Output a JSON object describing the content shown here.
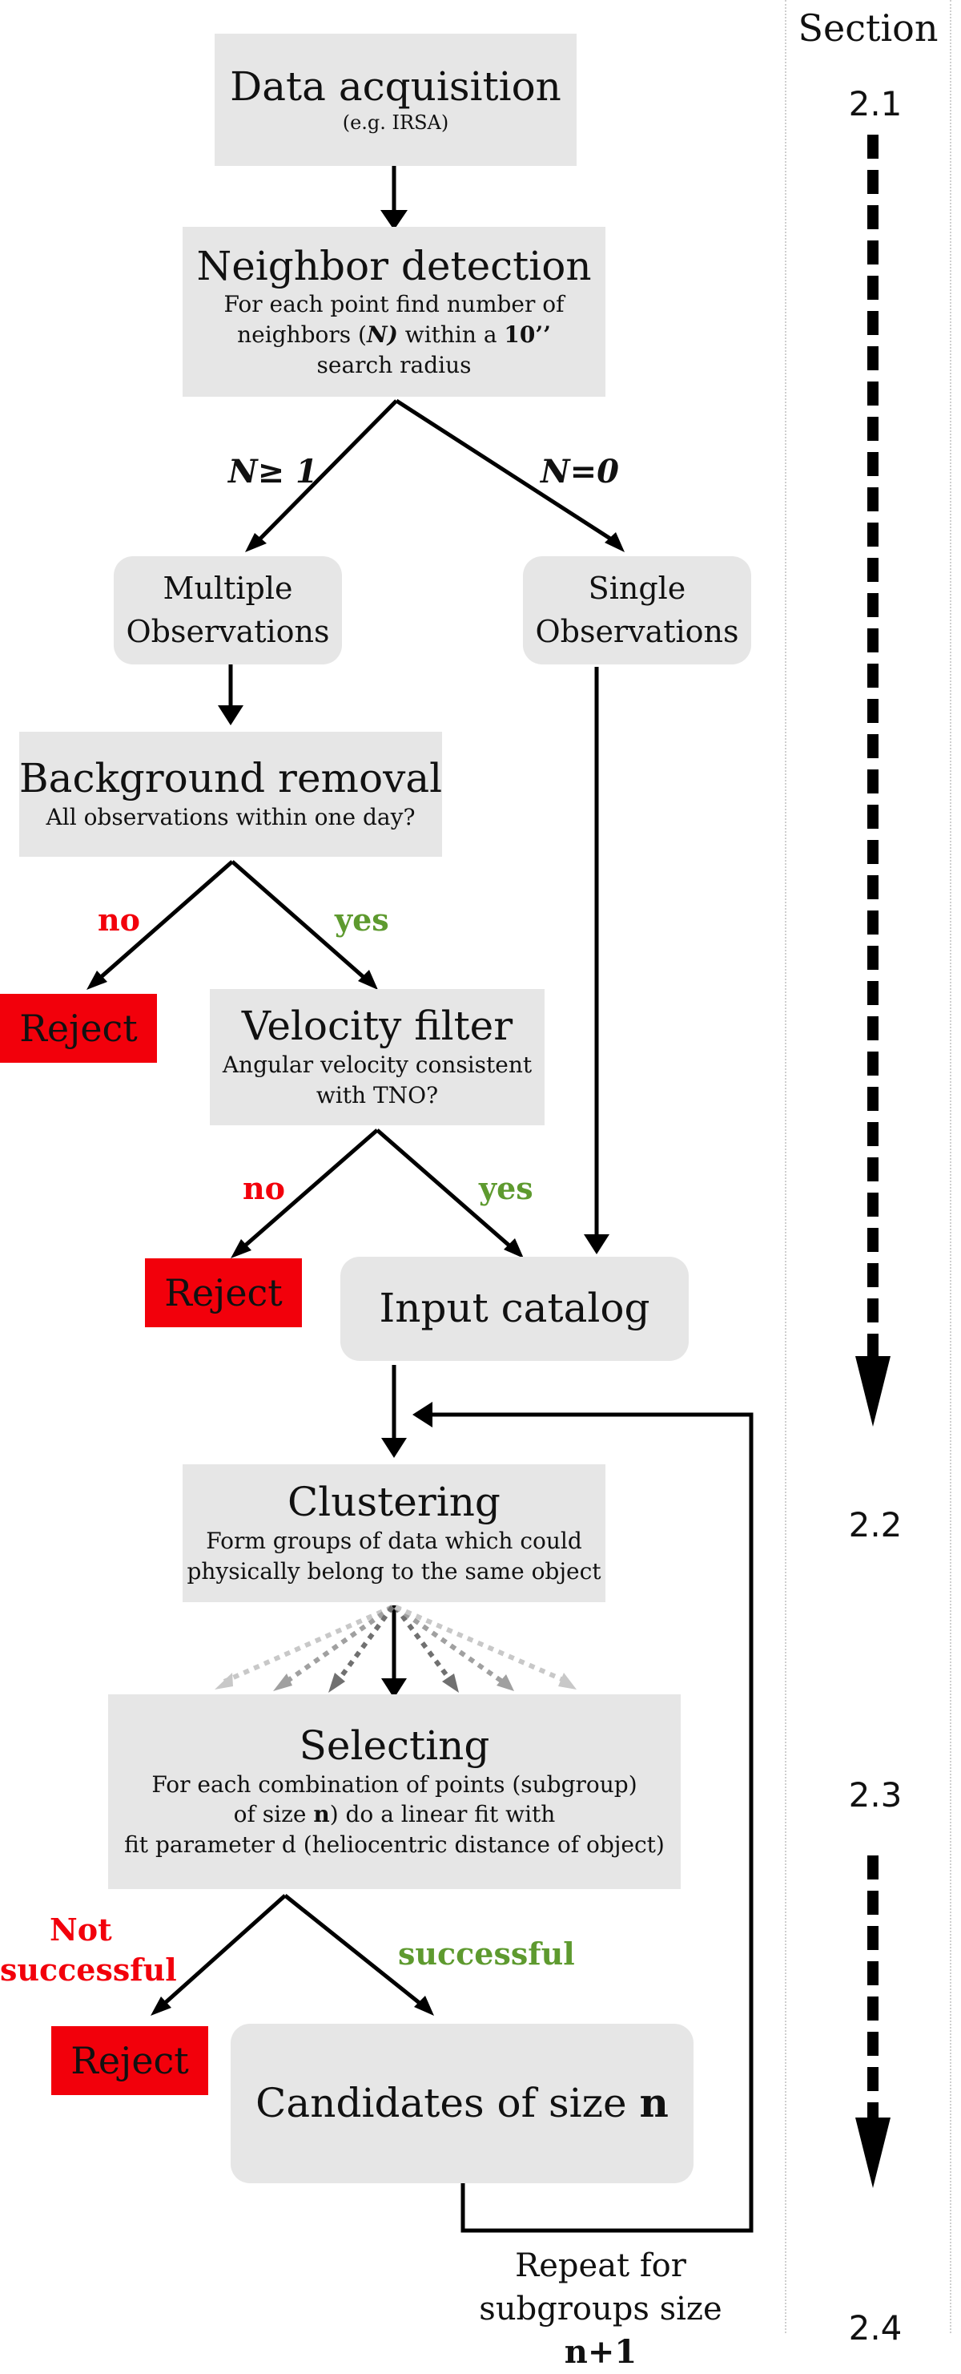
{
  "section_header": "Section",
  "sections": [
    "2.1",
    "2.2",
    "2.3",
    "2.4"
  ],
  "boxes": {
    "data_acquisition": {
      "title": "Data acquisition",
      "sub": "(e.g. IRSA)"
    },
    "neighbor_detection": {
      "title": "Neighbor detection",
      "line1": "For each point find number of",
      "line2_pre": "neighbors (",
      "line2_var": "N)",
      "line2_post": " within a ",
      "line2_bold": "10’’",
      "line3": "search radius"
    },
    "multiple_obs": {
      "line1": "Multiple",
      "line2": "Observations"
    },
    "single_obs": {
      "line1": "Single",
      "line2": "Observations"
    },
    "background_removal": {
      "title": "Background removal",
      "sub": "All observations within one day?"
    },
    "velocity_filter": {
      "title": "Velocity filter",
      "line1": "Angular velocity consistent",
      "line2": "with TNO?"
    },
    "input_catalog": {
      "title": "Input catalog"
    },
    "clustering": {
      "title": "Clustering",
      "line1": "Form groups of data which could",
      "line2": "physically belong to the same object"
    },
    "selecting": {
      "title": "Selecting",
      "line1": "For each combination of points (subgroup)",
      "line2_pre": "of size ",
      "line2_var": "n",
      "line2_post": ") do a linear fit with",
      "line3": "fit parameter d (heliocentric distance of object)"
    },
    "candidates": {
      "pre": "Candidates of size ",
      "var": "n"
    }
  },
  "labels": {
    "n_ge_1": "N≥ 1",
    "n_eq_0": "N=0",
    "no": "no",
    "yes": "yes",
    "not_successful_1": "Not",
    "not_successful_2": "successful",
    "successful": "successful"
  },
  "reject_label": "Reject",
  "repeat": {
    "line1": "Repeat for",
    "line2_pre": "subgroups size ",
    "line2_bold": "n+1"
  }
}
